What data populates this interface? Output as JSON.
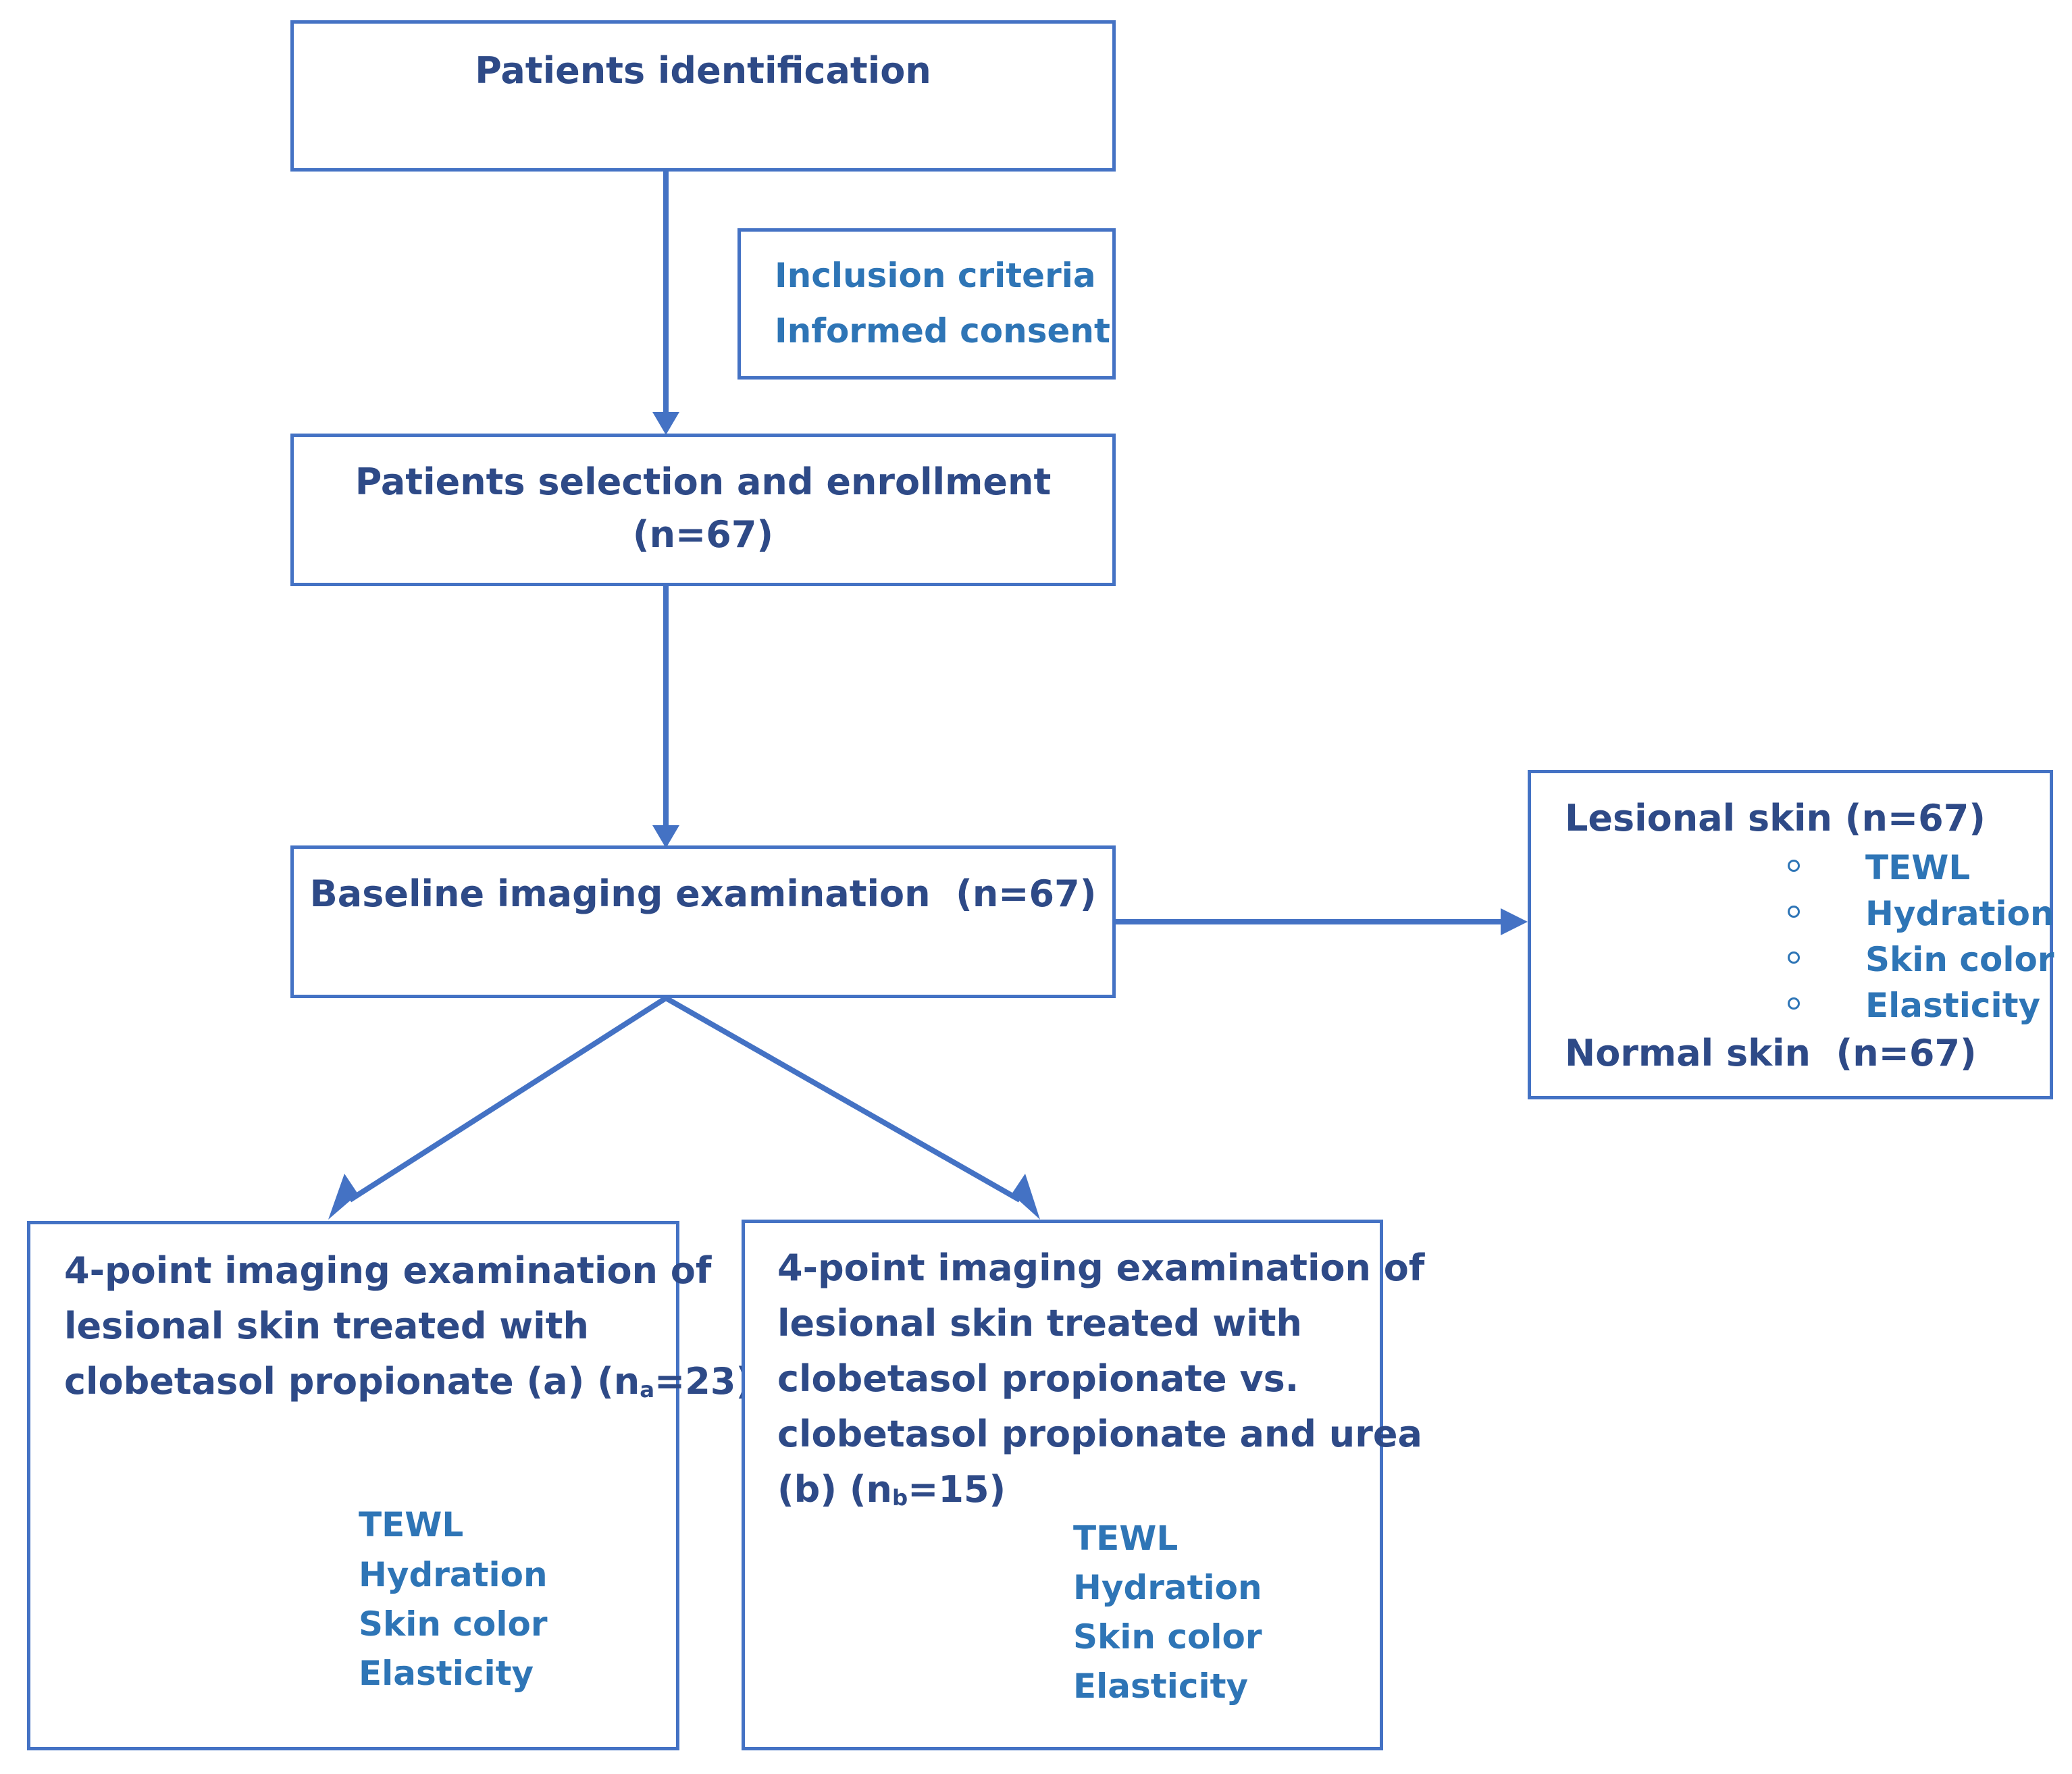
{
  "nodes": {
    "identification": {
      "title": "Patients identification"
    },
    "criteria": {
      "line1": "Inclusion criteria",
      "line2": "Informed consent"
    },
    "selection": {
      "line1": "Patients selection and enrollment",
      "line2": "(n=67)"
    },
    "baseline": {
      "title": "Baseline imaging examination  (n=67)"
    },
    "measures": {
      "lesional": "Lesional skin (n=67)",
      "items": [
        "TEWL",
        "Hydration",
        "Skin color",
        "Elasticity"
      ],
      "normal": "Normal skin  (n=67)"
    },
    "groupA": {
      "line1": "4-point imaging examination of",
      "line2": "lesional skin treated with",
      "line3_prefix": "clobetasol propionate (a) (n",
      "line3_sub": "a",
      "line3_suffix": "=23)",
      "items": [
        "TEWL",
        "Hydration",
        "Skin color",
        "Elasticity"
      ]
    },
    "groupB": {
      "line1": "4-point imaging examination of",
      "line2": "lesional skin treated with",
      "line3": "clobetasol propionate vs.",
      "line4": "clobetasol propionate and urea",
      "line5_prefix": "(b) (n",
      "line5_sub": "b",
      "line5_suffix": "=15)",
      "items": [
        "TEWL",
        "Hydration",
        "Skin color",
        "Elasticity"
      ]
    }
  },
  "colors": {
    "box_border": "#4472c4",
    "title_text": "#2e4a87",
    "item_text": "#2e75b6"
  }
}
